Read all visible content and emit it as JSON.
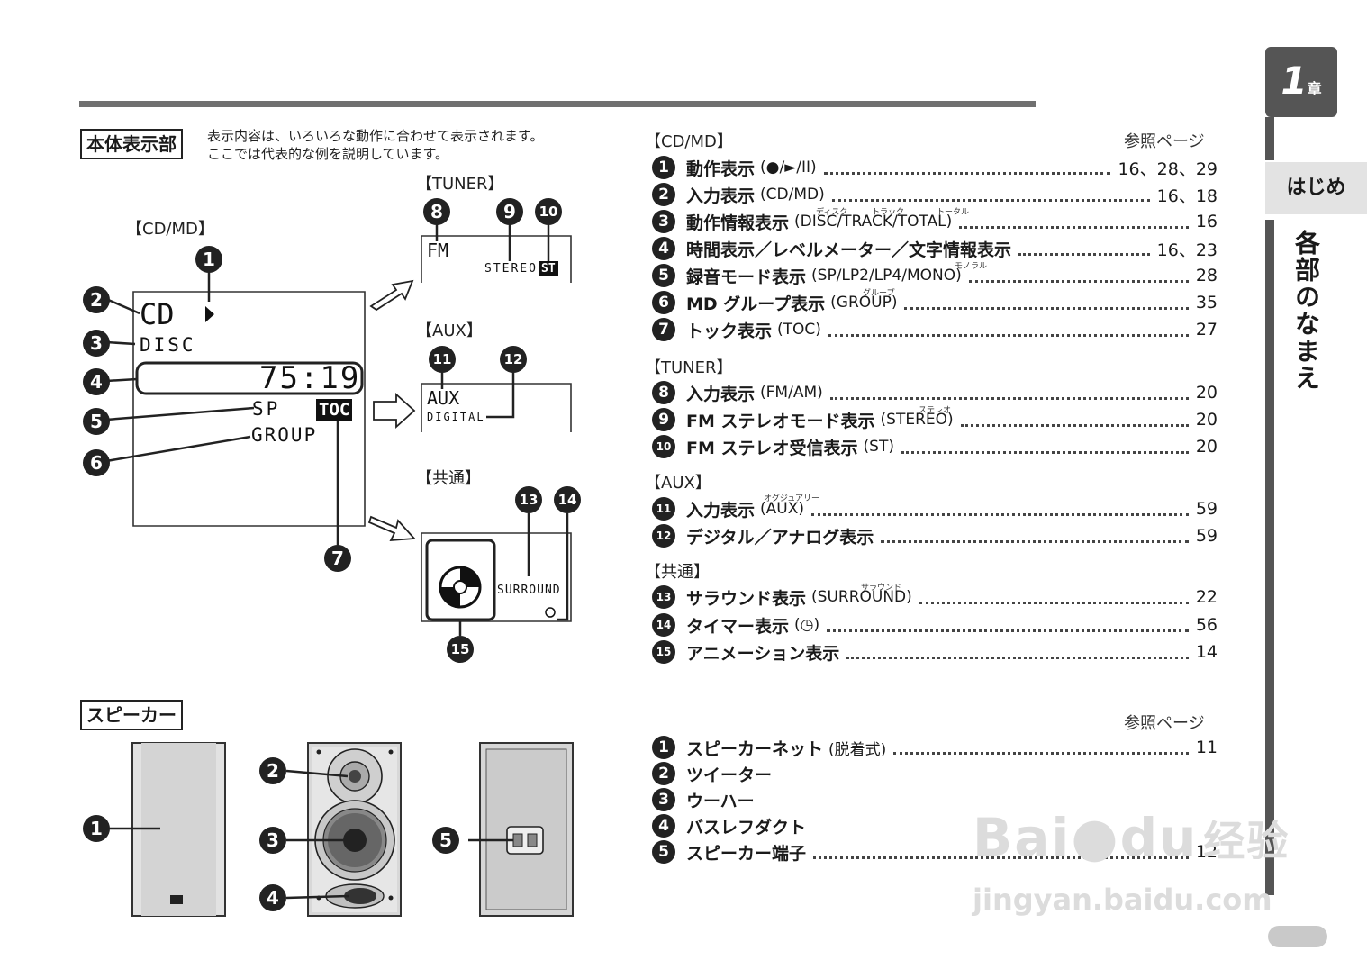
{
  "chapter": {
    "number": "1",
    "suffix": "章",
    "section": "はじめ",
    "title": "各部のなまえ"
  },
  "display_panel": {
    "box_label": "本体表示部",
    "note_line1": "表示内容は、いろいろな動作に合わせて表示されます。",
    "note_line2": "ここでは代表的な例を説明しています。",
    "cdmd_heading": "【CD/MD】",
    "tuner_heading": "【TUNER】",
    "aux_heading": "【AUX】",
    "common_heading": "【共通】",
    "lcd": {
      "cd": "CD",
      "disc": "DISC",
      "time": "75:19",
      "sp": "SP",
      "toc": "TOC",
      "group": "GROUP",
      "fm": "FM",
      "stereo": "STEREO",
      "st": "ST",
      "aux": "AUX",
      "digital": "DIGITAL",
      "surround": "SURROUND"
    },
    "callouts": [
      "1",
      "2",
      "3",
      "4",
      "5",
      "6",
      "7",
      "8",
      "9",
      "10",
      "11",
      "12",
      "13",
      "14",
      "15"
    ]
  },
  "reference": {
    "heading": "参照ページ",
    "groups": [
      {
        "title": "【CD/MD】",
        "items": [
          {
            "num": "1",
            "label": "動作表示",
            "sub": "(●/►/II)",
            "pages": "16、28、29"
          },
          {
            "num": "2",
            "label": "入力表示",
            "sub": "(CD/MD)",
            "pages": "16、18"
          },
          {
            "num": "3",
            "label": "動作情報表示",
            "sub": "(DISC/TRACK/TOTAL)",
            "pages": "16"
          },
          {
            "num": "4",
            "label": "時間表示／レベルメーター／文字情報表示",
            "sub": "",
            "pages": "16、23"
          },
          {
            "num": "5",
            "label": "録音モード表示",
            "sub": "(SP/LP2/LP4/MONO)",
            "pages": "28"
          },
          {
            "num": "6",
            "label": "MD グループ表示",
            "sub": "(GROUP)",
            "pages": "35"
          },
          {
            "num": "7",
            "label": "トック表示",
            "sub": "(TOC)",
            "pages": "27"
          }
        ]
      },
      {
        "title": "【TUNER】",
        "items": [
          {
            "num": "8",
            "label": "入力表示",
            "sub": "(FM/AM)",
            "pages": "20"
          },
          {
            "num": "9",
            "label": "FM ステレオモード表示",
            "sub": "(STEREO)",
            "pages": "20"
          },
          {
            "num": "10",
            "label": "FM ステレオ受信表示",
            "sub": "(ST)",
            "pages": "20"
          }
        ]
      },
      {
        "title": "【AUX】",
        "items": [
          {
            "num": "11",
            "label": "入力表示",
            "sub": "(AUX)",
            "pages": "59"
          },
          {
            "num": "12",
            "label": "デジタル／アナログ表示",
            "sub": "",
            "pages": "59"
          }
        ]
      },
      {
        "title": "【共通】",
        "items": [
          {
            "num": "13",
            "label": "サラウンド表示",
            "sub": "(SURROUND)",
            "pages": "22"
          },
          {
            "num": "14",
            "label": "タイマー表示",
            "sub": "(◷)",
            "pages": "56"
          },
          {
            "num": "15",
            "label": "アニメーション表示",
            "sub": "",
            "pages": "14"
          }
        ]
      }
    ],
    "ruby": {
      "disc": "ディスク",
      "track": "トラック",
      "total": "トータル",
      "mono": "モノラル",
      "group": "グループ",
      "stereo": "ステレオ",
      "aux": "オグジュアリー",
      "surround": "サラウンド"
    }
  },
  "speaker": {
    "box_label": "スピーカー",
    "heading": "参照ページ",
    "items": [
      {
        "num": "1",
        "label": "スピーカーネット",
        "sub": "(脱着式)",
        "pages": "11"
      },
      {
        "num": "2",
        "label": "ツイーター",
        "sub": "",
        "pages": ""
      },
      {
        "num": "3",
        "label": "ウーハー",
        "sub": "",
        "pages": ""
      },
      {
        "num": "4",
        "label": "バスレフダクト",
        "sub": "",
        "pages": ""
      },
      {
        "num": "5",
        "label": "スピーカー端子",
        "sub": "",
        "pages": "12"
      }
    ],
    "callouts": [
      "1",
      "2",
      "3",
      "4",
      "5"
    ]
  },
  "watermark": {
    "brand": "Bai",
    "brand2": "du",
    "cn": "经验",
    "url": "jingyan.baidu.com"
  }
}
